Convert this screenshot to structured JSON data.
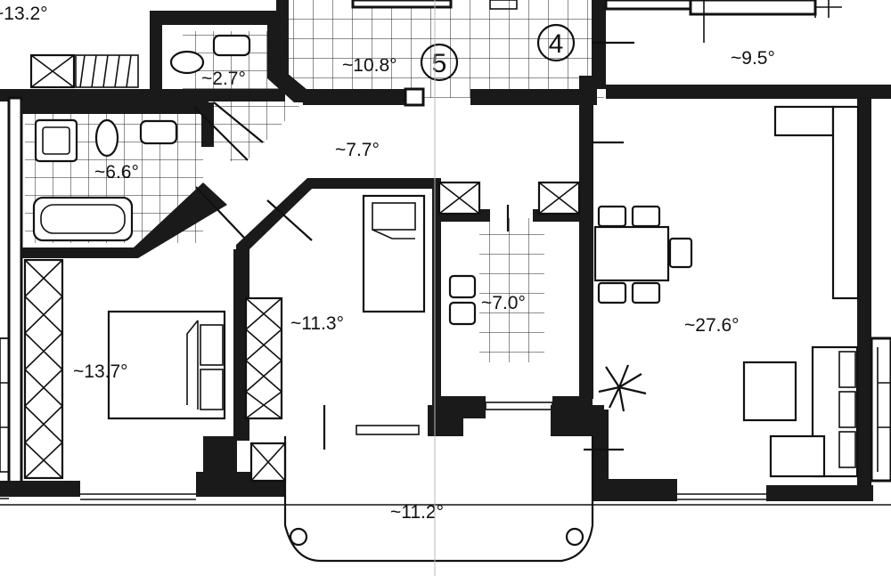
{
  "plan": {
    "rooms": [
      {
        "id": "room-top-left",
        "label": "~13.2°"
      },
      {
        "id": "room-wc",
        "label": "~2.7°"
      },
      {
        "id": "room-stair",
        "label": "~10.8°"
      },
      {
        "id": "room-top-right",
        "label": "~9.5°"
      },
      {
        "id": "room-bath",
        "label": "~6.6°"
      },
      {
        "id": "room-hall",
        "label": "~7.7°"
      },
      {
        "id": "room-bedroom",
        "label": "~13.7°"
      },
      {
        "id": "room-office",
        "label": "~11.3°"
      },
      {
        "id": "room-kitchen",
        "label": "~7.0°"
      },
      {
        "id": "room-living",
        "label": "~27.6°"
      },
      {
        "id": "room-balcony",
        "label": "~11.2°"
      }
    ],
    "markers": [
      {
        "id": "marker-5",
        "label": "5"
      },
      {
        "id": "marker-4",
        "label": "4"
      }
    ],
    "colors": {
      "ink": "#111111",
      "paper": "#ffffff"
    }
  }
}
